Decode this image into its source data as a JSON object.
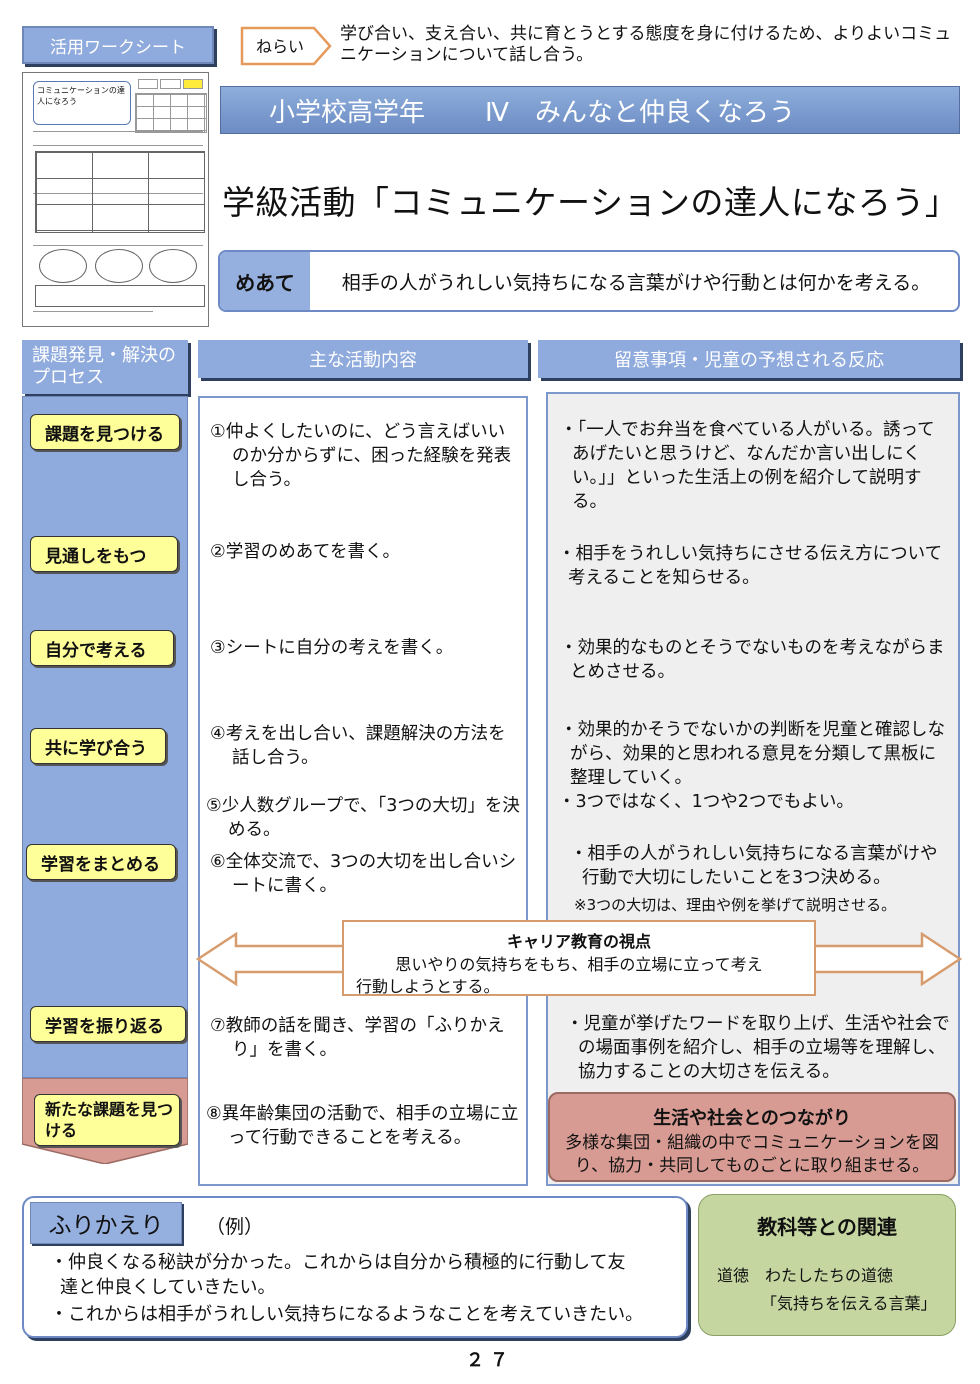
{
  "header": {
    "worksheet_label": "活用ワークシート",
    "nerai_label": "ねらい",
    "nerai_text": "学び合い、支え合い、共に育とうとする態度を身に付けるため、よりよいコミュニケーションについて話し合う。",
    "banner_grade": "小学校高学年",
    "banner_unit": "Ⅳ　みんなと仲良くなろう",
    "main_title": "学級活動「コミュニケーションの達人になろう」"
  },
  "meate": {
    "label": "めあて",
    "text": "相手の人がうれしい気持ちになる言葉がけや行動とは何かを考える。"
  },
  "columns": {
    "process": "課題発見・解決のプロセス",
    "activity": "主な活動内容",
    "notes": "留意事項・児童の予想される反応"
  },
  "steps": [
    "課題を見つける",
    "見通しをもつ",
    "自分で考える",
    "共に学び合う",
    "学習をまとめる",
    "学習を振り返る",
    "新たな課題を見つける"
  ],
  "activities": [
    "①仲よくしたいのに、どう言えばいいのか分からずに、困った経験を発表し合う。",
    "②学習のめあてを書く。",
    "③シートに自分の考えを書く。",
    "④考えを出し合い、課題解決の方法を話し合う。",
    "⑤少人数グループで、「3つの大切」を決める。",
    "⑥全体交流で、3つの大切を出し合いシートに書く。",
    "⑦教師の話を聞き、学習の「ふりかえり」を書く。",
    "⑧異年齢集団の活動で、相手の立場に立って行動できることを考える。"
  ],
  "notes": [
    "・「一人でお弁当を食べている人がいる。誘ってあげたいと思うけど、なんだか言い出しにくい。」」といった生活上の例を紹介して説明する。",
    "・相手をうれしい気持ちにさせる伝え方について考えることを知らせる。",
    "・効果的なものとそうでないものを考えながらまとめさせる。",
    "・効果的かそうでないかの判断を児童と確認しながら、効果的と思われる意見を分類して黒板に整理していく。",
    "・3つではなく、1つや2つでもよい。",
    "・相手の人がうれしい気持ちになる言葉がけや行動で大切にしたいことを3つ決める。",
    "※3つの大切は、理由や例を挙げて説明させる。",
    "・児童が挙げたワードを取り上げ、生活や社会での場面事例を紹介し、相手の立場等を理解し、協力することの大切さを伝える。"
  ],
  "career": {
    "title": "キャリア教育の視点",
    "line1": "思いやりの気持ちをもち、相手の立場に立って考え",
    "line2": "行動しようとする。"
  },
  "society": {
    "title": "生活や社会とのつながり",
    "text": "多様な集団・組織の中でコミュニケーションを図り、協力・共同してものごとに取り組ませる。"
  },
  "reflection": {
    "label": "ふりかえり",
    "example": "（例）",
    "items": [
      "・仲良くなる秘訣が分かった。これからは自分から積極的に行動して友達と仲良くしていきたい。",
      "・これからは相手がうれしい気持ちになるようなことを考えていきたい。"
    ]
  },
  "relation": {
    "title": "教科等との関連",
    "line1": "道徳　わたしたちの道徳",
    "line2": "「気持ちを伝える言葉」"
  },
  "page_number": "２７",
  "thumbnail": {
    "head": "コミュニケーションの達人になろう",
    "tab_yellow": "#ffeb3b"
  }
}
